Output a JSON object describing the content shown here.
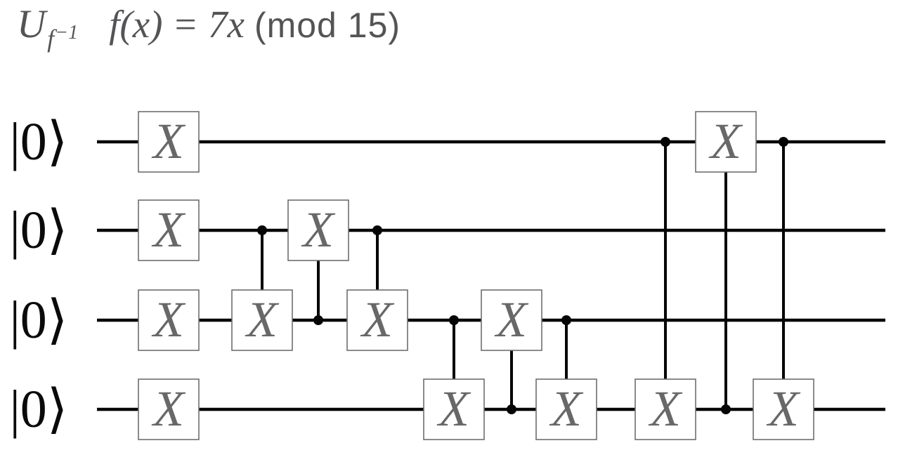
{
  "title": {
    "operator": "U",
    "operator_subscript": "f",
    "operator_superscript": "−1",
    "function": "f(x) = 7x",
    "modulus": "(mod 15)"
  },
  "colors": {
    "wire": "#050505",
    "gate_border": "#6e6e6e",
    "gate_text": "#686868",
    "title_text": "#545456",
    "qubit_label_text": "#0a0a0a"
  },
  "circuit": {
    "num_qubits": 4,
    "qubit_labels": [
      "|0⟩",
      "|0⟩",
      "|0⟩",
      "|0⟩"
    ],
    "gates": [
      {
        "label": "X",
        "qubit": 0,
        "column": 1
      },
      {
        "label": "X",
        "qubit": 1,
        "column": 1
      },
      {
        "label": "X",
        "qubit": 2,
        "column": 1
      },
      {
        "label": "X",
        "qubit": 3,
        "column": 1
      },
      {
        "label": "X",
        "qubit": 2,
        "column": 2
      },
      {
        "label": "X",
        "qubit": 1,
        "column": 3
      },
      {
        "label": "X",
        "qubit": 2,
        "column": 4
      },
      {
        "label": "X",
        "qubit": 3,
        "column": 5
      },
      {
        "label": "X",
        "qubit": 2,
        "column": 6
      },
      {
        "label": "X",
        "qubit": 3,
        "column": 7
      },
      {
        "label": "X",
        "qubit": 3,
        "column": 8
      },
      {
        "label": "X",
        "qubit": 0,
        "column": 9
      },
      {
        "label": "X",
        "qubit": 3,
        "column": 10
      }
    ],
    "cnot_connections": [
      {
        "column": 2,
        "control_qubit": 1,
        "target_qubit": 2
      },
      {
        "column": 3,
        "control_qubit": 2,
        "target_qubit": 1
      },
      {
        "column": 4,
        "control_qubit": 1,
        "target_qubit": 2
      },
      {
        "column": 5,
        "control_qubit": 2,
        "target_qubit": 3
      },
      {
        "column": 6,
        "control_qubit": 3,
        "target_qubit": 2
      },
      {
        "column": 7,
        "control_qubit": 2,
        "target_qubit": 3
      },
      {
        "column": 8,
        "control_qubit": 0,
        "target_qubit": 3
      },
      {
        "column": 9,
        "control_qubit": 3,
        "target_qubit": 0
      },
      {
        "column": 10,
        "control_qubit": 0,
        "target_qubit": 3
      }
    ]
  }
}
